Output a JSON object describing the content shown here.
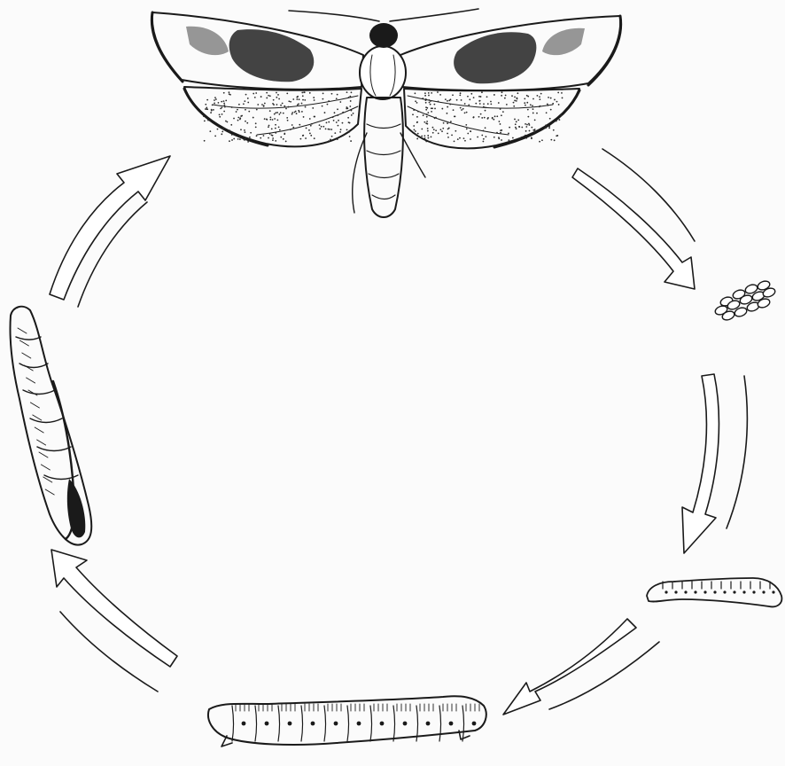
{
  "diagram": {
    "type": "life-cycle",
    "stages": [
      {
        "id": "adult-moth",
        "icon": "moth-icon"
      },
      {
        "id": "eggs",
        "icon": "egg-cluster-icon"
      },
      {
        "id": "young-larva",
        "icon": "small-caterpillar-icon"
      },
      {
        "id": "mature-larva",
        "icon": "large-caterpillar-icon"
      },
      {
        "id": "pupa",
        "icon": "pupa-icon"
      }
    ],
    "flow": [
      {
        "from": "adult-moth",
        "to": "eggs"
      },
      {
        "from": "eggs",
        "to": "young-larva"
      },
      {
        "from": "young-larva",
        "to": "mature-larva"
      },
      {
        "from": "mature-larva",
        "to": "pupa"
      },
      {
        "from": "pupa",
        "to": "adult-moth"
      }
    ],
    "colors": {
      "ink": "#1a1a1a",
      "paper": "#fbfbfb"
    }
  }
}
